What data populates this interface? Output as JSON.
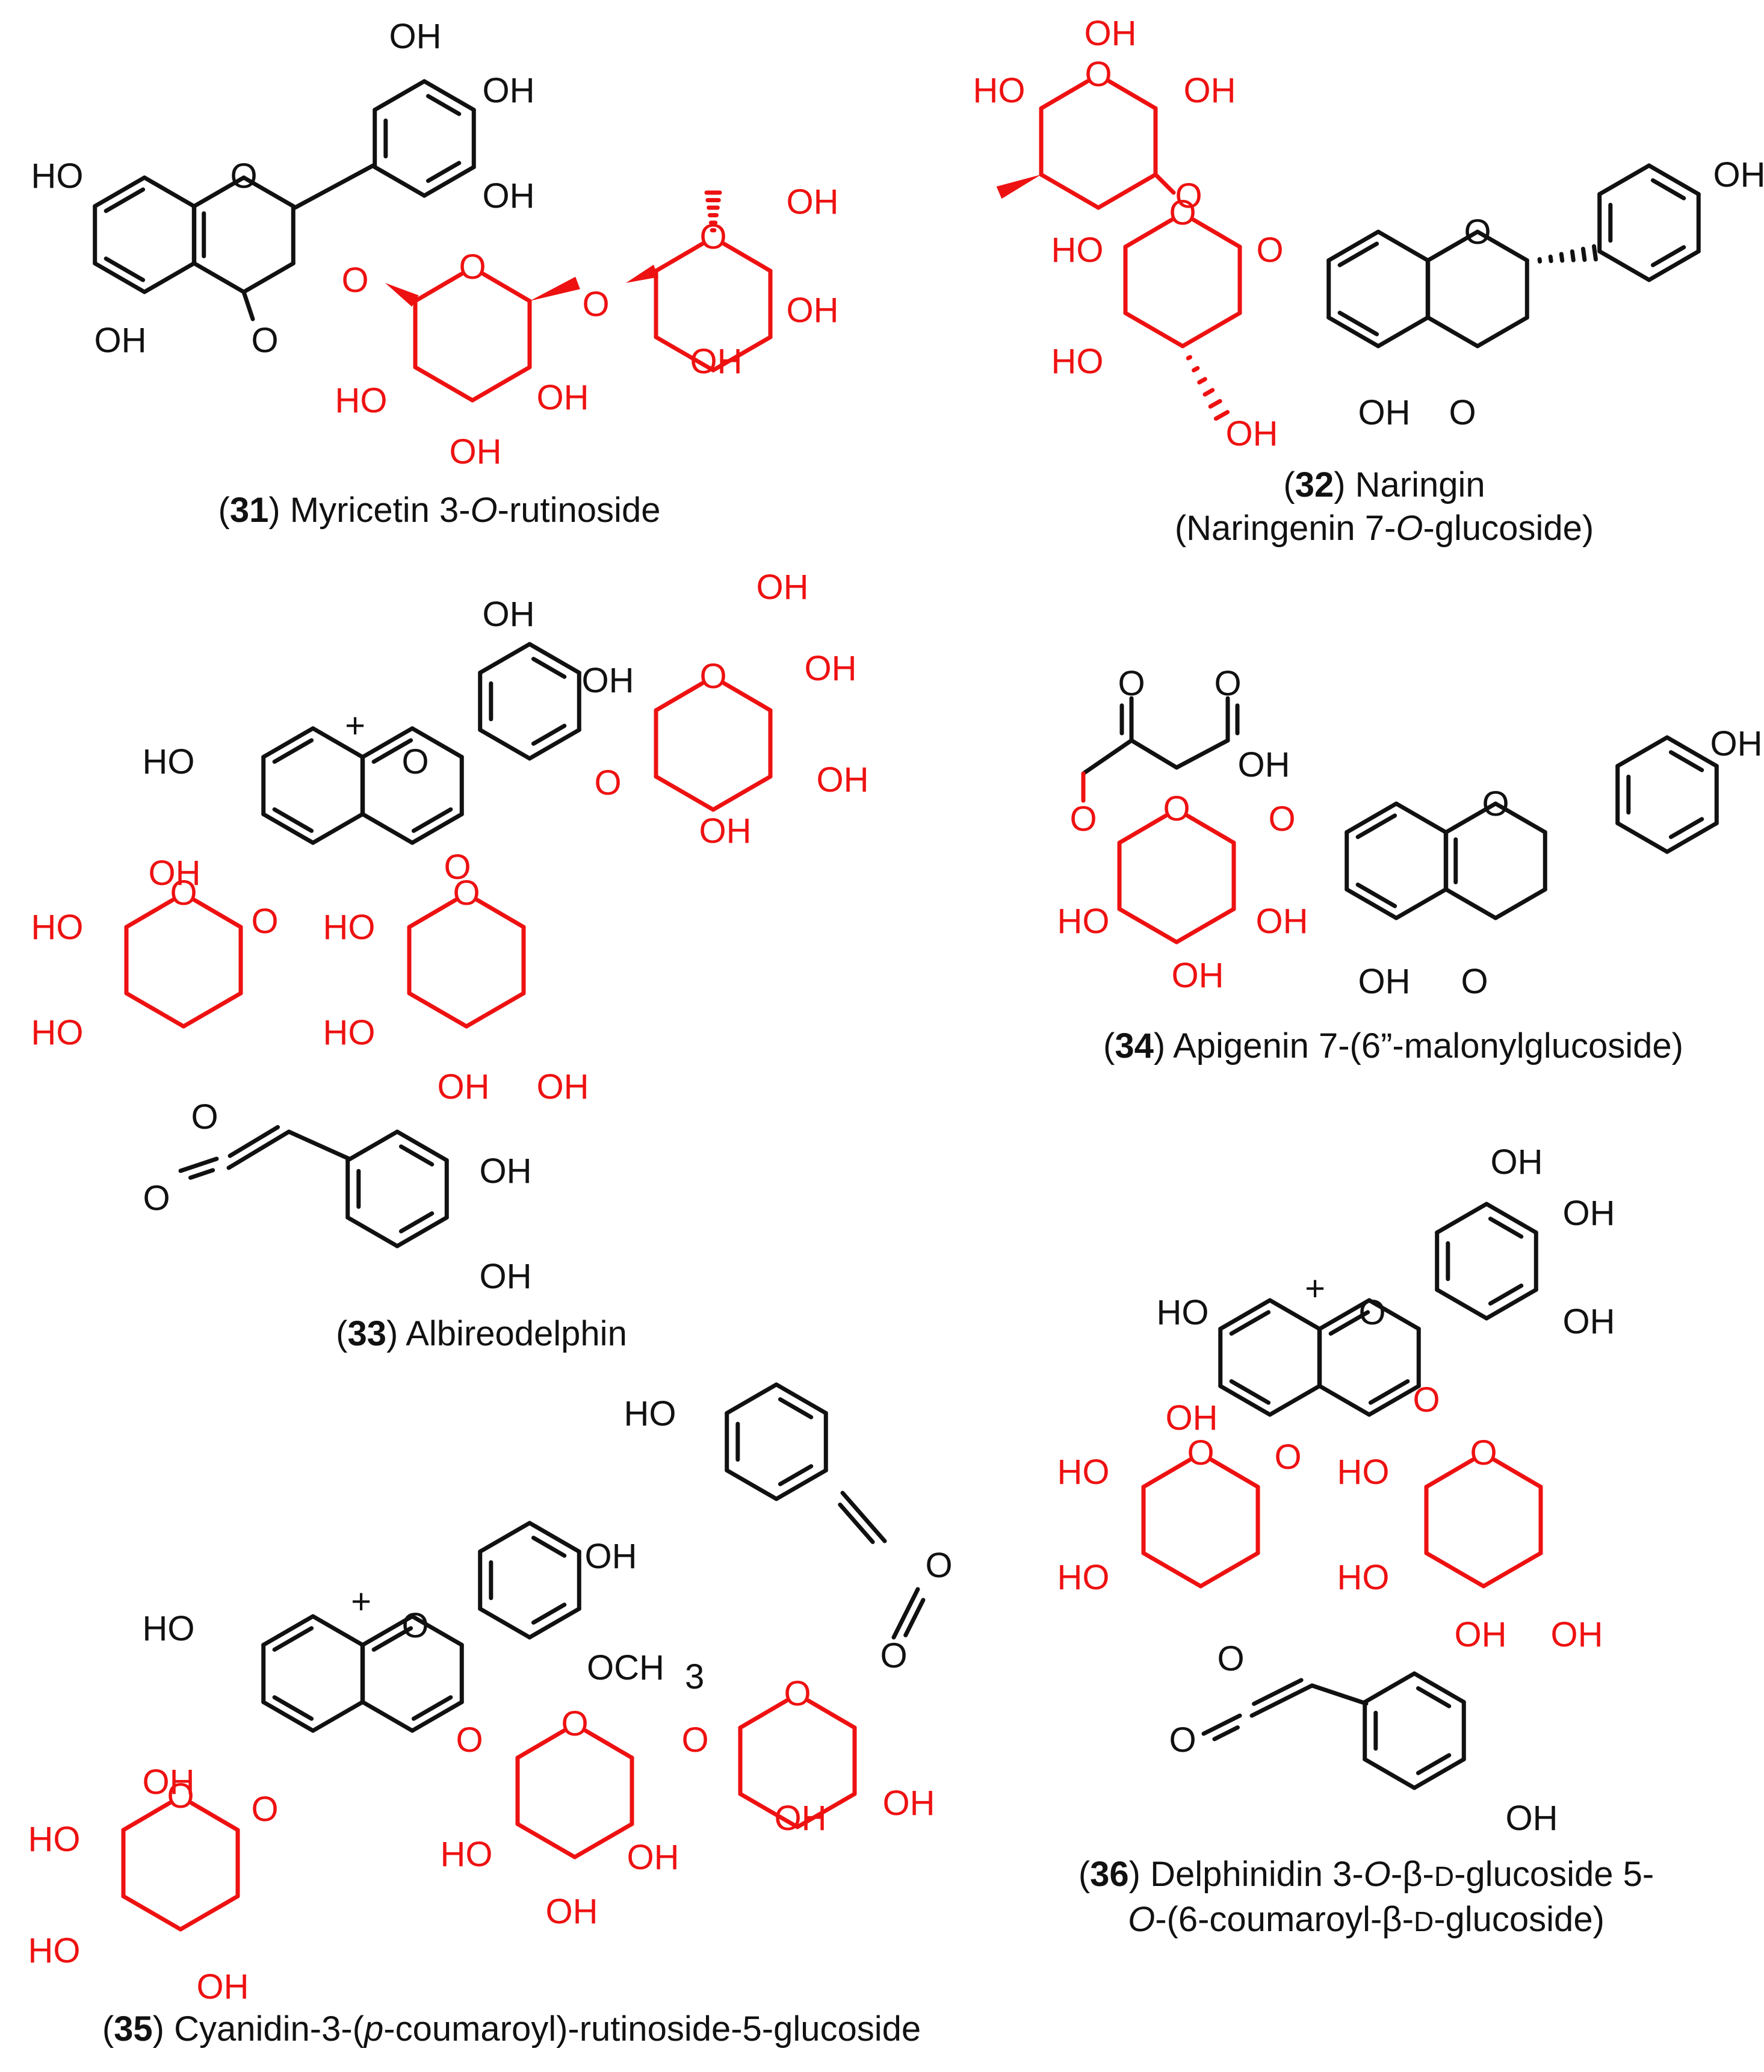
{
  "colors": {
    "aglycone": "#111111",
    "sugar": "#ee1111",
    "background": "#ffffff"
  },
  "labels": {
    "OH": "OH",
    "HO": "HO",
    "O": "O",
    "plus": "+",
    "OCH": "OCH",
    "sub3": "3"
  },
  "compounds": [
    {
      "number": "31",
      "name_parts": [
        ") Myricetin 3-",
        "O",
        "-rutinoside"
      ]
    },
    {
      "number": "32",
      "name": ") Naringin",
      "line2_parts": [
        "(Naringenin 7-",
        "O",
        "-glucoside)"
      ]
    },
    {
      "number": "33",
      "name": ") Albireodelphin"
    },
    {
      "number": "34",
      "name": ") Apigenin 7-(6”-malonylglucoside)"
    },
    {
      "number": "35",
      "name_parts": [
        ") Cyanidin-3-(",
        "p",
        "-coumaroyl)-rutinoside-5-glucoside"
      ]
    },
    {
      "number": "36",
      "line1_parts": [
        ") Delphinidin 3-",
        "O",
        "-β-",
        "D",
        "-glucoside 5-"
      ],
      "line2_parts": [
        "O",
        "-(6-coumaroyl-β-",
        "D",
        "-glucoside)"
      ]
    }
  ]
}
